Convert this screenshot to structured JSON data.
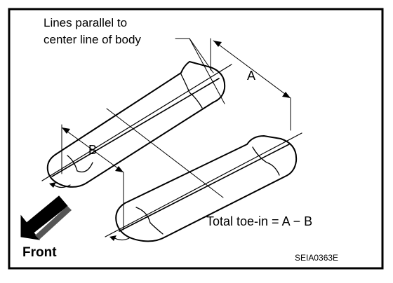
{
  "labels": {
    "callout_line1": "Lines parallel to",
    "callout_line2": "center line of body",
    "dim_a": "A",
    "dim_b": "B",
    "formula": "Total toe-in = A − B",
    "front": "Front",
    "figure_code": "SEIA0363E"
  }
}
